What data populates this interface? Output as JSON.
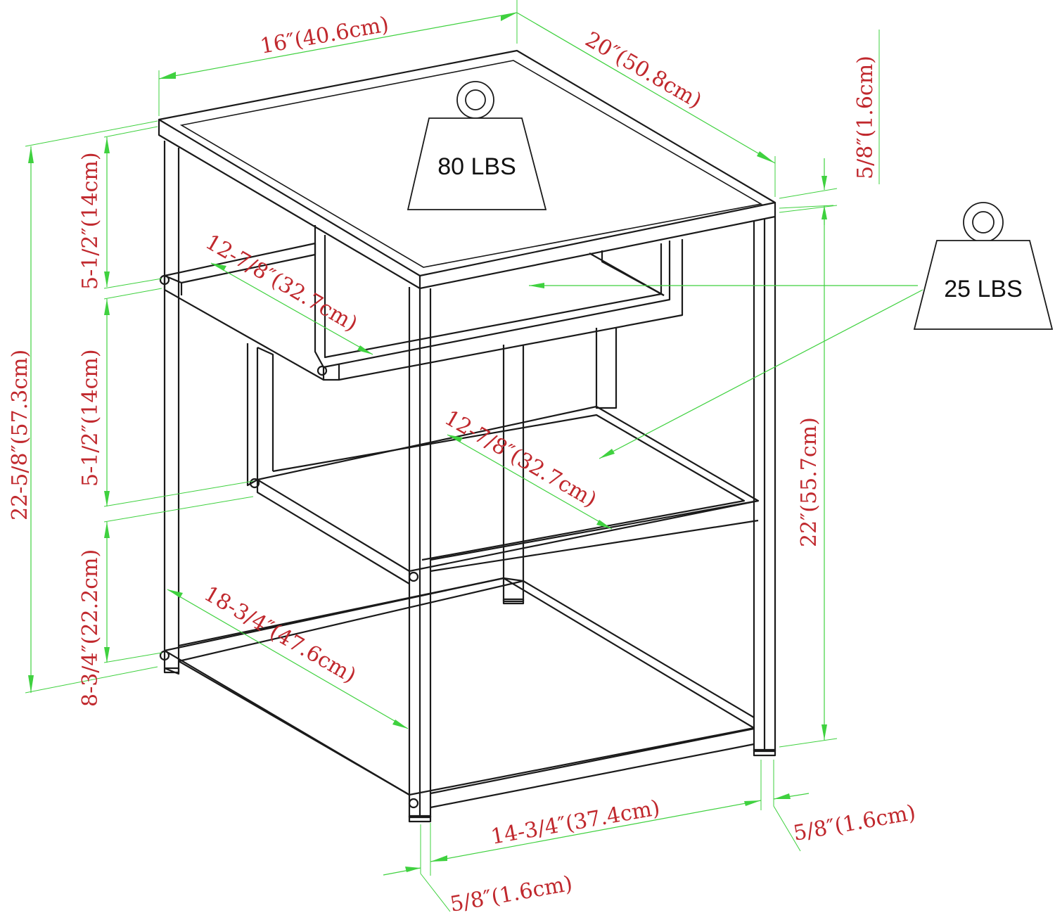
{
  "weights": {
    "top": "80 LBS",
    "shelf": "25 LBS"
  },
  "dimensions": {
    "top_width": "16″(40.6cm)",
    "top_depth": "20″(50.8cm)",
    "top_thickness": "5/8″(1.6cm)",
    "upper_gap": "5-1/2″(14cm)",
    "middle_gap": "5-1/2″(14cm)",
    "bottom_gap": "8-3/4″(22.2cm)",
    "total_height": "22-5/8″(57.3cm)",
    "leg_height": "22″(55.7cm)",
    "upper_shelf_depth": "12-7/8″(32.7cm)",
    "middle_shelf_depth": "12-7/8″(32.7cm)",
    "bottom_depth": "18-3/4″(47.6cm)",
    "inner_width": "14-3/4″(37.4cm)",
    "leg_front": "5/8″(1.6cm)",
    "leg_right": "5/8″(1.6cm)"
  },
  "colors": {
    "frame": "#1a1a1a",
    "dimension_line": "#3fd13f",
    "dimension_text": "#c0282d"
  },
  "icons": {
    "weight": "weight-icon"
  }
}
